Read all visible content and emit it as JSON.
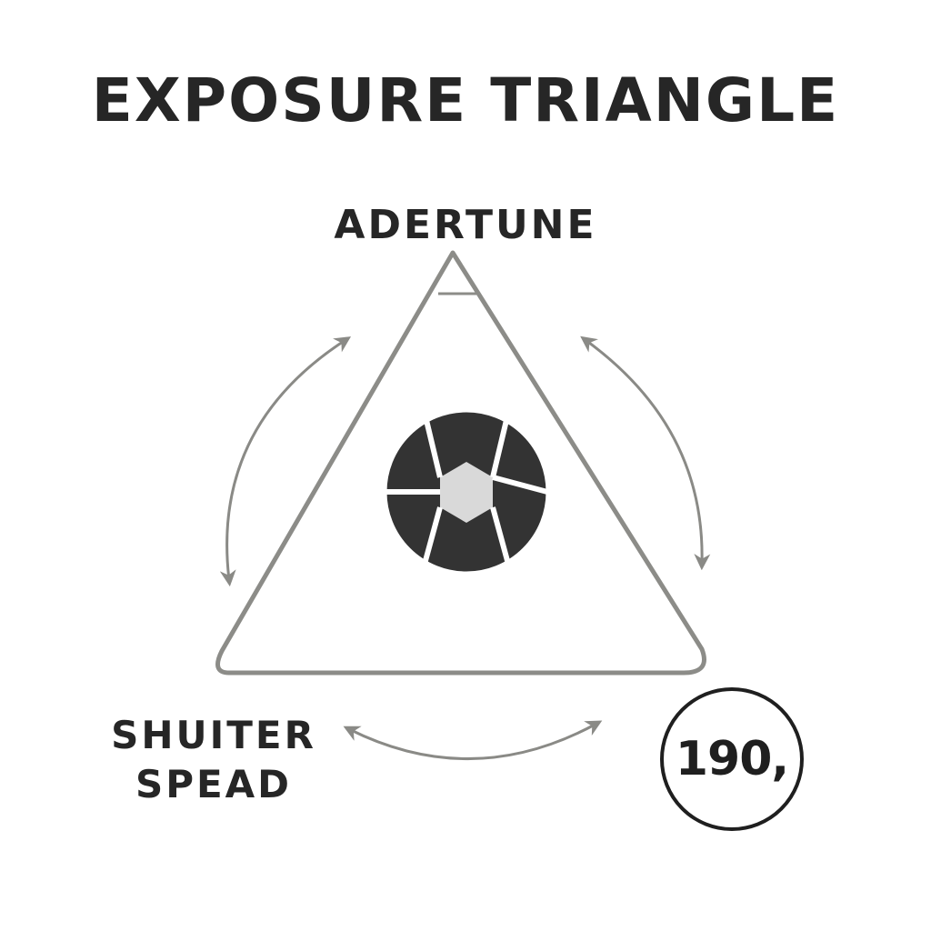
{
  "title": "EXPOSURE TRIANGLE",
  "vertices": {
    "top_label": "ADERTUNE",
    "bottom_left_label_line1": "SHUITER",
    "bottom_left_label_line2": "SPEAD",
    "bottom_right_value": "190,"
  },
  "colors": {
    "text": "#262626",
    "triangle_stroke": "#8c8c88",
    "arrow": "#8a8a86",
    "aperture_blades": "#333333",
    "aperture_center": "#d9d9d9"
  },
  "icons": [
    "aperture-icon",
    "curved-double-arrow-icon"
  ]
}
